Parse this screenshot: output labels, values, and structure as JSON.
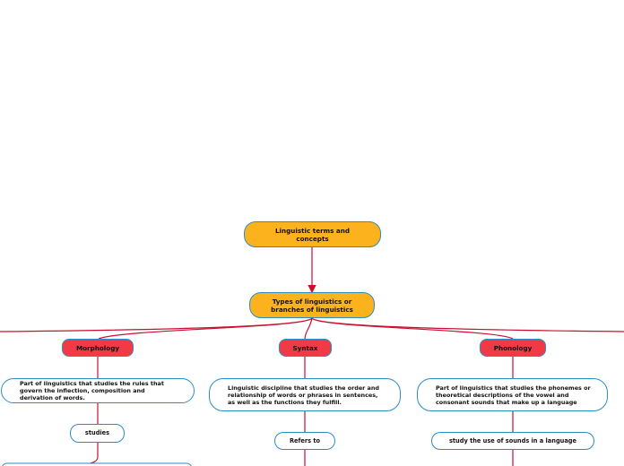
{
  "root": {
    "label": "Linguistic terms and concepts"
  },
  "branch_hub": {
    "label": "Types of linguistics or branches of linguistics"
  },
  "branches": [
    {
      "title": "Morphology",
      "definition": "Part of linguistics that studies the rules that govern the inflection, composition and derivation of words.",
      "link": "studies"
    },
    {
      "title": "Syntax",
      "definition": "Linguistic discipline that studies the order and relationship of words or phrases in sentences, as well as the functions they fulfill.",
      "link": "Refers to"
    },
    {
      "title": "Phonology",
      "definition": "Part of linguistics that studies the phonemes or theoretical descriptions of the vowel and consonant sounds that make up a language",
      "link": "study the use of sounds in a language"
    }
  ],
  "colors": {
    "connector": "#c8102e",
    "node_border": "#2a8ec4",
    "root_fill": "#fcb21c",
    "branch_fill": "#f23a46",
    "leaf_fill": "#ffffff"
  }
}
